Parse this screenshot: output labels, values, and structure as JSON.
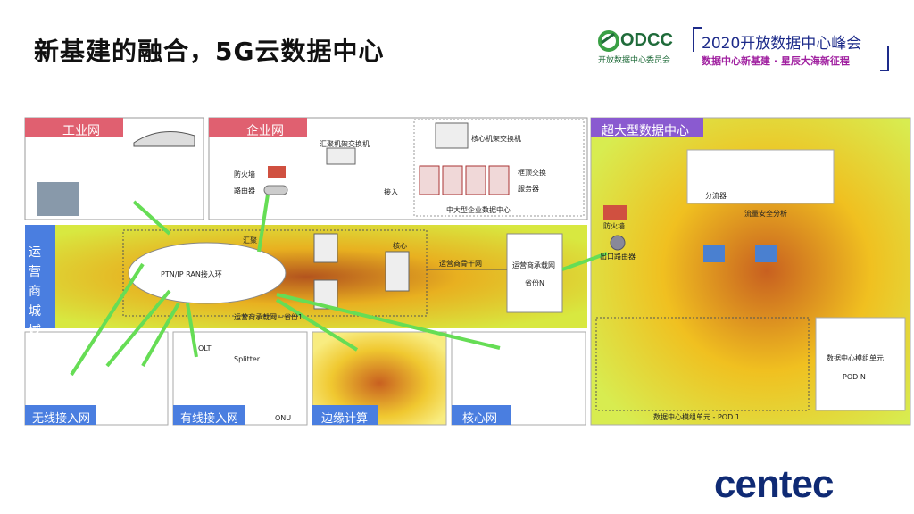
{
  "header": {
    "title": "新基建的融合，5G云数据中心",
    "odcc": {
      "logo_text": "ODCC",
      "org": "开放数据中心委员会"
    },
    "summit": {
      "title": "2020开放数据中心峰会",
      "subtitle": "数据中心新基建 · 星辰大海新征程"
    }
  },
  "diagram": {
    "panels": {
      "industrial": "工业网",
      "enterprise": "企业网",
      "hyperscale": "超大型数据中心",
      "operator_metro": "运营商城域网",
      "wireless": "无线接入网",
      "wired": "有线接入网",
      "edge": "边缘计算",
      "core": "核心网"
    },
    "labels": {
      "agg_rack_switch": "汇聚机架交换机",
      "core_rack_switch": "核心机架交换机",
      "firewall": "防火墙",
      "router": "路由器",
      "access": "接入",
      "tor_switch": "框顶交换",
      "server": "服务器",
      "mid_enterprise_dc": "中大型企业数据中心",
      "ptn_ring": "PTN/IP RAN接入环",
      "aggregation": "汇聚",
      "core": "核心",
      "backbone": "运营商骨干网",
      "carrier_network": "运营商承载网",
      "province_n": "省份N",
      "carrier_province1": "运营商承载网－省份1",
      "olt": "OLT",
      "splitter": "Splitter",
      "onu": "ONU",
      "ellipsis": "...",
      "dc_firewall": "防火墙",
      "exit_router": "出口路由器",
      "flow_divider": "分流器",
      "traffic_security": "流量安全分析",
      "dc_module_unit": "数据中心模组单元",
      "pod_n": "POD N",
      "pod1": "数据中心模组单元 - POD 1"
    }
  },
  "footer": {
    "brand": "centec"
  },
  "colors": {
    "title_blue": "#1d2b8a",
    "red_tag": "#e06070",
    "blue_tag": "#4a7ee0",
    "purple_tag": "#8a5ad0",
    "green_link": "#66dd55",
    "centec_blue": "#0f2a74"
  }
}
